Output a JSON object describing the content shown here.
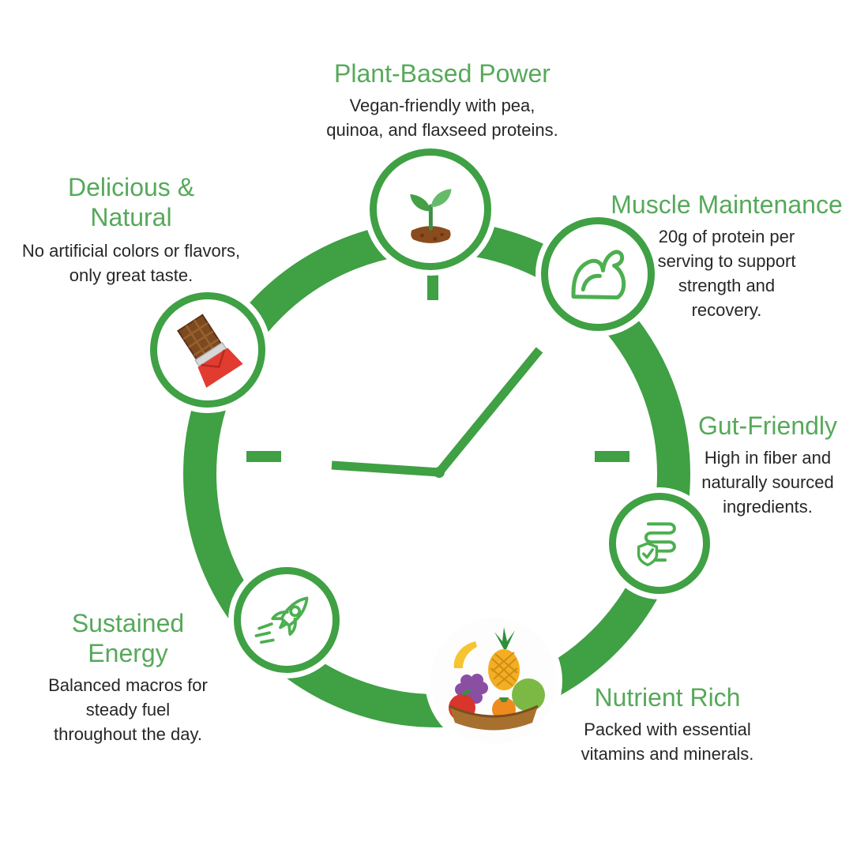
{
  "palette": {
    "green_ring": "#3fa044",
    "green_heading": "#56a95a",
    "green_icon": "#4caf50",
    "text_dark": "#272727"
  },
  "diagram": {
    "type": "clock-feature-infographic",
    "center_motif": "green clock ring with hour and minute hands"
  },
  "features": [
    {
      "id": "plant-based-power",
      "title": "Plant-Based Power",
      "description": "Vegan-friendly with pea,\nquinoa, and flaxseed proteins.",
      "icon": "seedling-icon",
      "position": "top"
    },
    {
      "id": "muscle-maintenance",
      "title": "Muscle Maintenance",
      "description": "20g of protein per\nserving to support\nstrength and\nrecovery.",
      "icon": "flexed-bicep-icon",
      "position": "upper-right"
    },
    {
      "id": "gut-friendly",
      "title": "Gut-Friendly",
      "description": "High in fiber and\nnaturally sourced\ningredients.",
      "icon": "intestines-shield-icon",
      "position": "right"
    },
    {
      "id": "nutrient-rich",
      "title": "Nutrient Rich",
      "description": "Packed with essential\nvitamins and minerals.",
      "icon": "fruits-basket-icon",
      "position": "bottom"
    },
    {
      "id": "sustained-energy",
      "title": "Sustained\nEnergy",
      "description": "Balanced macros for\nsteady fuel\nthroughout the day.",
      "icon": "rocket-icon",
      "position": "lower-left"
    },
    {
      "id": "delicious-natural",
      "title": "Delicious &\nNatural",
      "description": "No artificial colors or flavors,\nonly great taste.",
      "icon": "chocolate-bar-icon",
      "position": "upper-left"
    }
  ]
}
